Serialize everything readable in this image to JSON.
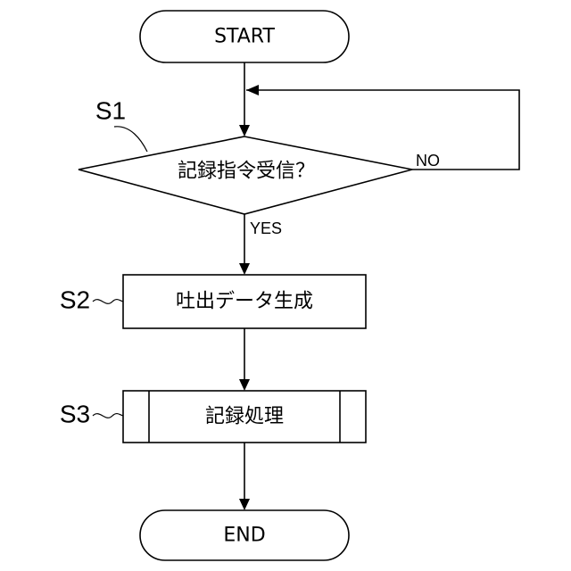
{
  "nodes": {
    "start": "START",
    "decision": "記録指令受信？",
    "generate": "吐出データ生成",
    "record": "記録処理",
    "end": "END"
  },
  "branches": {
    "yes": "YES",
    "no": "NO"
  },
  "steps": {
    "s1": "S1",
    "s2": "S2",
    "s3": "S3"
  }
}
